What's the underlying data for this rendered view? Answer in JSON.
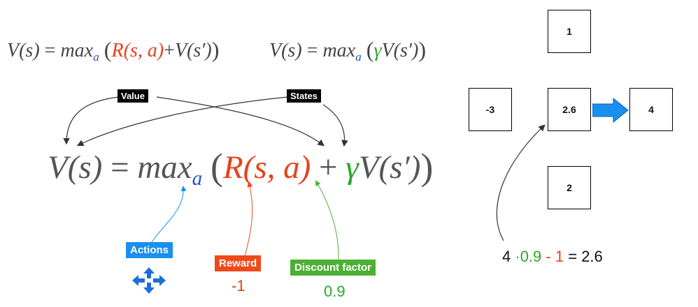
{
  "colors": {
    "text": "#444444",
    "action_blue": "#2050d0",
    "reward_red": "#e8401a",
    "discount_green": "#2aa82a",
    "tag_black": "#000000",
    "tag_blue": "#1a8ff0",
    "tag_red": "#ee4a1a",
    "tag_green": "#4cb034"
  },
  "equations": {
    "eq1": {
      "lhs": "V(s)",
      "eq": "=",
      "max": "max",
      "sub": "a",
      "reward": "R(s, a)",
      "plus": "+",
      "next": "V(s′)"
    },
    "eq2": {
      "lhs": "V(s)",
      "eq": "=",
      "max": "max",
      "sub": "a",
      "gamma": "γ",
      "next": "V(s′)"
    },
    "main": {
      "lhs": "V(s)",
      "eq": "=",
      "max": "max",
      "sub": "a",
      "reward": "R(s, a)",
      "plus": "+",
      "gamma": "γ",
      "next": "V(s′)"
    }
  },
  "tags": {
    "value": "Value",
    "states": "States",
    "actions": "Actions",
    "reward": "Reward",
    "discount": "Discount factor"
  },
  "values": {
    "reward_value": "-1",
    "discount_value": "0.9"
  },
  "actions_icon": "four-way-arrows-icon",
  "grid": {
    "top": "1",
    "left": "-3",
    "center": "2.6",
    "right": "4",
    "bottom": "2",
    "arrow_icon": "right-arrow-icon"
  },
  "calc": {
    "a": "4",
    "b": "·0.9",
    "c": "- 1",
    "d": "= 2.6"
  }
}
